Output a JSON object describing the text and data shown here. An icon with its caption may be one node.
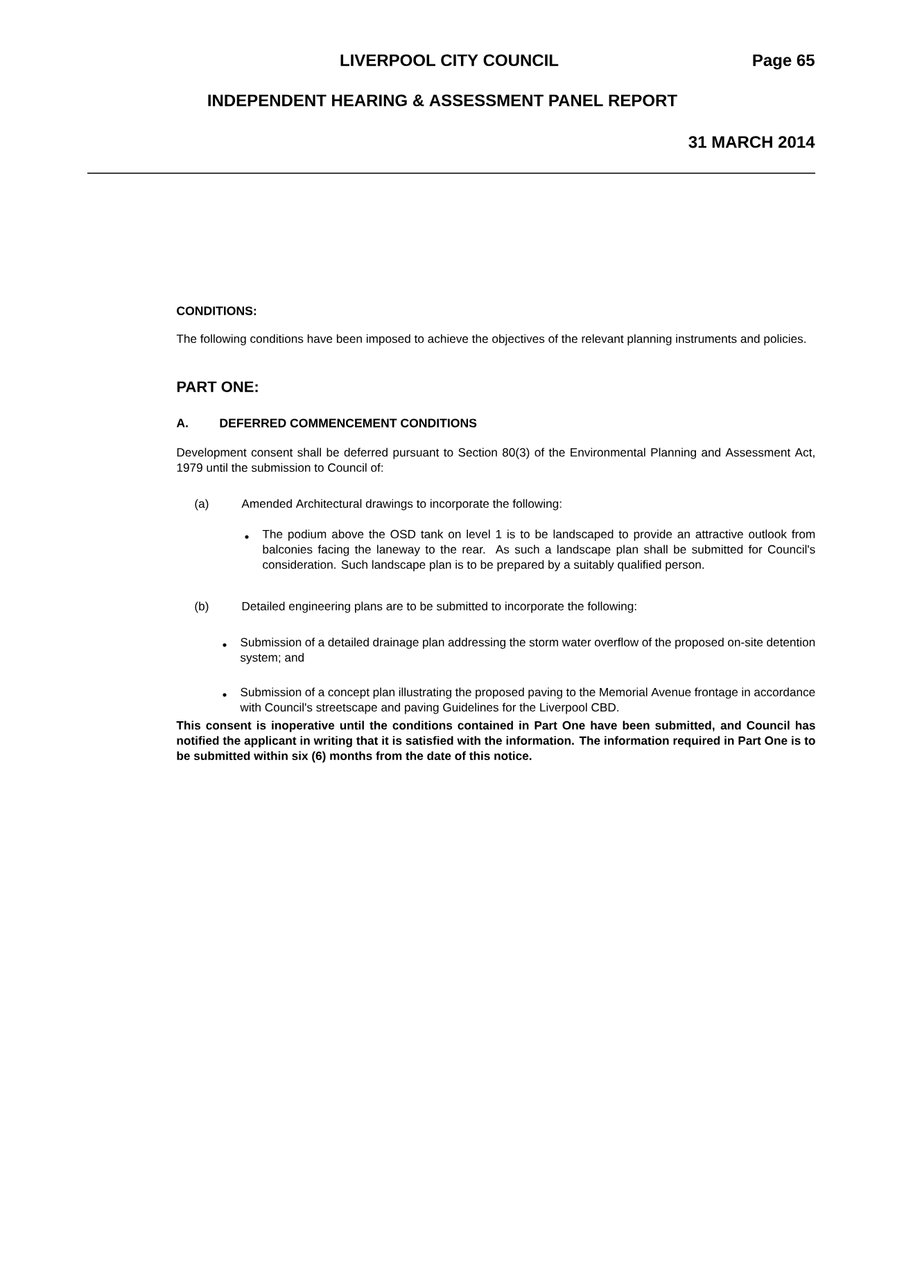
{
  "diagram": {
    "labels": [
      "LIVERPOOL CITY COUNCIL",
      "Page 65",
      "INDEPENDENT HEARING & ASSESSMENT PANEL REPORT",
      "31 MARCH 2014",
      "CONDITIONS:",
      "The following conditions have been imposed to achieve the objectives of the relevant planning instruments and policies.",
      "PART ONE:",
      "A.",
      "DEFERRED COMMENCEMENT CONDITIONS",
      "Development consent shall be deferred pursuant to Section 80(3) of the Environmental Planning and Assessment Act, 1979 until the submission to Council of:",
      "(a)",
      "Amended Architectural drawings to incorporate the following:",
      "The podium above the OSD tank on level 1 is to be landscaped to provide an attractive outlook from balconies facing the laneway to the rear. As such a landscape plan shall be submitted for Council's consideration. Such landscape plan is to be prepared by a suitably qualified person.",
      "(b)",
      "Detailed engineering plans are to be submitted to incorporate the following:",
      "Submission of a detailed drainage plan addressing the storm water overflow of the proposed on-site detention system; and",
      "Submission of a concept plan illustrating the proposed paving to the Memorial Avenue frontage in accordance with Council's streetscape and paving Guidelines for the Liverpool CBD.",
      "This consent is inoperative until the conditions contained in Part One have been submitted, and Council has notified the applicant in writing that it is satisfied with the information. The information required in Part One is to be submitted within six (6) months from the date of this notice."
    ]
  }
}
